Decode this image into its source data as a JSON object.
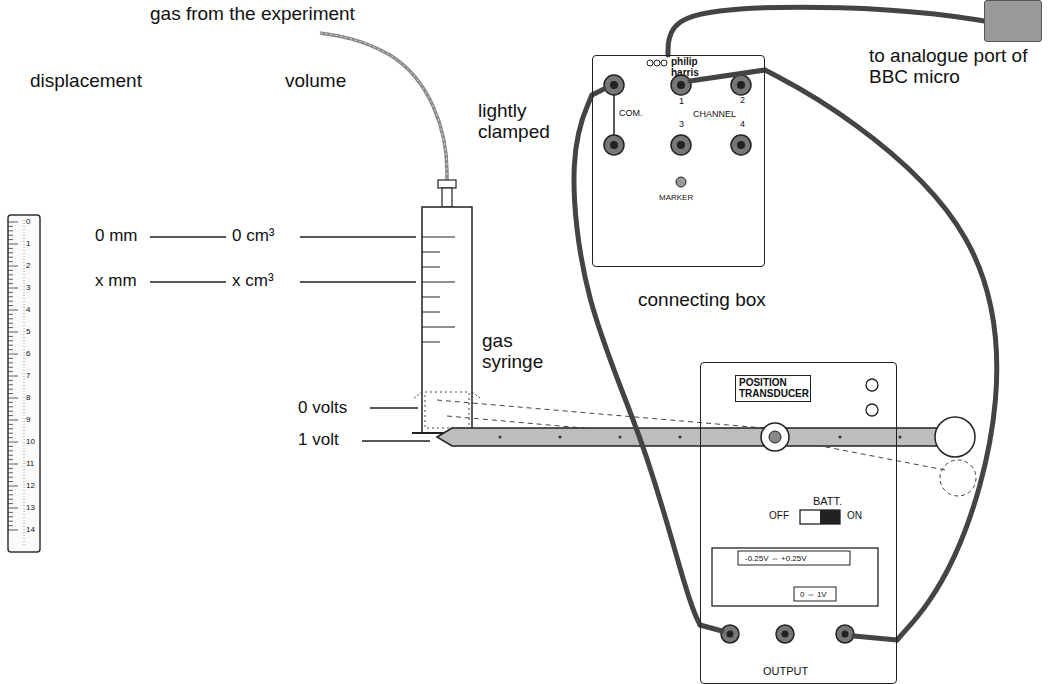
{
  "diagram": {
    "nodes": [
      {
        "text": [
          "philip harris",
          "COM.",
          "CHANNEL",
          "1",
          "2",
          "3",
          "4",
          "MARKER",
          "connecting box"
        ]
      },
      {
        "text": [
          "to analogue port of BBC micro"
        ]
      },
      {
        "text": [
          "POSITION TRANSDUCER",
          "BATT.",
          "OFF",
          "ON",
          "-0.25V ⇔ +0.25V",
          "0 ⇔ 1V",
          "OUTPUT"
        ]
      }
    ],
    "edges": [
      {
        "from": 0,
        "to": 1,
        "arrow": "none"
      },
      {
        "from": 0,
        "to": 2,
        "arrow": "none"
      },
      {
        "from": 0,
        "to": 2,
        "arrow": "none"
      }
    ],
    "labels": [
      "gas from the experiment",
      "displacement",
      "volume",
      "lightly clamped",
      "0 mm",
      "0 cm³",
      "x mm",
      "x cm³",
      "gas syringe",
      "0 volts",
      "1 volt",
      "0",
      "1",
      "2",
      "3",
      "4",
      "5",
      "6",
      "7",
      "8",
      "9",
      "10",
      "11",
      "12",
      "13",
      "14"
    ]
  }
}
